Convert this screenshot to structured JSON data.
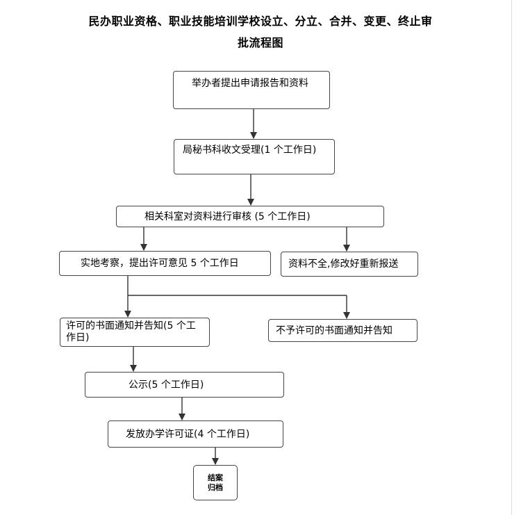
{
  "title": {
    "line1": "民办职业资格、职业技能培训学校设立、分立、合并、变更、终止审",
    "line2": "批流程图"
  },
  "steps": {
    "apply": "举办者提出申请报告和资料",
    "receive": "局秘书科收文受理(1 个工作日)",
    "review": "相关科室对资料进行审核  (5 个工作日)",
    "inspect": "实地考察，提出许可意见 5 个工作日",
    "incomplete": "资料不全,修改好重新报送",
    "permit": "许可的书面通知并告知(5 个工作日)",
    "deny": "不予许可的书面通知并告知",
    "publicity": "公示(5 个工作日)",
    "license": "发放办学许可证(4 个工作日)",
    "archive_line1": "结案",
    "archive_line2": "归档"
  }
}
